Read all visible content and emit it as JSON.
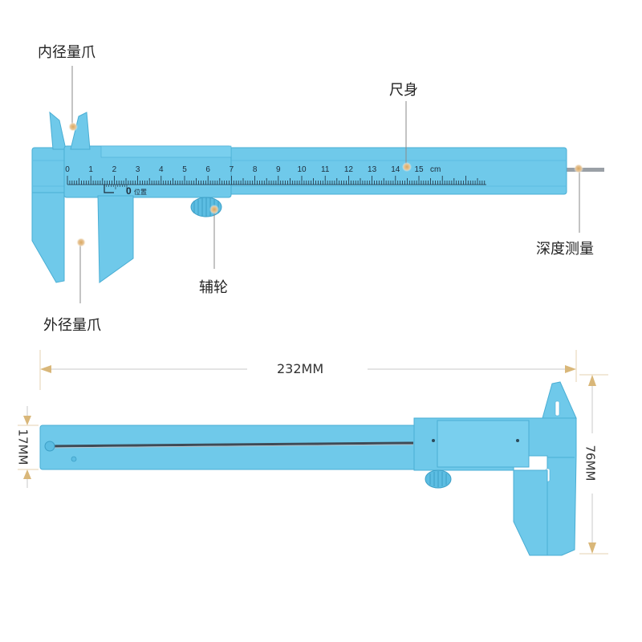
{
  "labels": {
    "inner_jaw": "内径量爪",
    "main_scale": "尺身",
    "depth": "深度测量",
    "thumb_wheel": "辅轮",
    "outer_jaw": "外径量爪"
  },
  "scale": {
    "numbers": [
      "0",
      "1",
      "2",
      "3",
      "4",
      "5",
      "6",
      "7",
      "8",
      "9",
      "10",
      "11",
      "12",
      "13",
      "14",
      "15"
    ],
    "unit": "cm",
    "vernier_zero": "0",
    "vernier_text": "位置"
  },
  "dimensions": {
    "length": "232MM",
    "height": "76MM",
    "width": "17MM"
  },
  "colors": {
    "body": "#6fc9ea",
    "body_dark": "#4aaed4",
    "leader": "#8a8a8a",
    "marker": "#e8c79a",
    "dim_arrow": "#d9b779"
  }
}
